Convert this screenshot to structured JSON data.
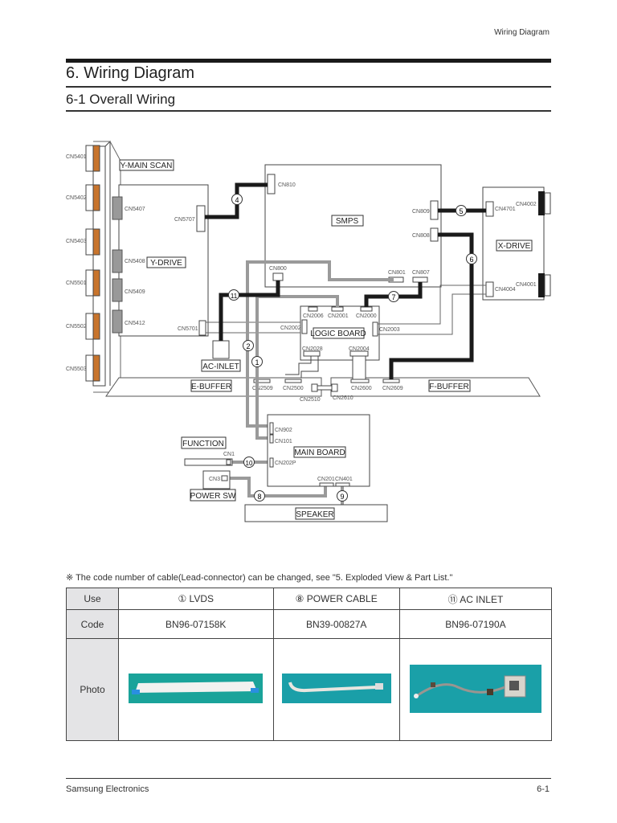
{
  "header": {
    "running_title": "Wiring Diagram",
    "section_title": "6. Wiring Diagram",
    "subsection_title": "6-1 Overall Wiring"
  },
  "diagram": {
    "boards": {
      "y_main_scan": "Y-MAIN SCAN",
      "y_drive": "Y-DRIVE",
      "smps": "SMPS",
      "x_drive": "X-DRIVE",
      "logic_board": "LOGIC BOARD",
      "ac_inlet": "AC-INLET",
      "e_buffer": "E-BUFFER",
      "f_buffer": "F-BUFFER",
      "function": "FUNCTION",
      "main_board": "MAIN BOARD",
      "power_sw": "POWER SW",
      "speaker": "SPEAKER"
    },
    "connectors": {
      "cn5401": "CN5401",
      "cn5402": "CN5402",
      "cn5403": "CN5403",
      "cn5501": "CN5501",
      "cn5502": "CN5502",
      "cn5503": "CN5503",
      "cn5407": "CN5407",
      "cn5408": "CN5408",
      "cn5409": "CN5409",
      "cn5412": "CN5412",
      "cn5707": "CN5707",
      "cn5701": "CN5701",
      "cn810": "CN810",
      "cn809": "CN809",
      "cn808": "CN808",
      "cn800": "CN800",
      "cn801": "CN801",
      "cn807": "CN807",
      "cn4701": "CN4701",
      "cn4002": "CN4002",
      "cn4001": "CN4001",
      "cn4004": "CN4004",
      "cn2006": "CN2006",
      "cn2001": "CN2001",
      "cn2000": "CN2000",
      "cn2002": "CN2002",
      "cn2003": "CN2003",
      "cn2028": "CN2028",
      "cn2004": "CN2004",
      "cn2509": "CN2509",
      "cn2500": "CN2500",
      "cn2510": "CN2510",
      "cn2610": "CN2610",
      "cn2600": "CN2600",
      "cn2609": "CN2609",
      "cn902": "CN902",
      "cn101": "CN101",
      "cn202p": "CN202P",
      "cn201": "CN201",
      "cn401": "CN401",
      "cn1": "CN1",
      "cn3": "CN3"
    },
    "cable_numbers": [
      "1",
      "2",
      "4",
      "5",
      "6",
      "7",
      "8",
      "9",
      "10",
      "11"
    ],
    "colors": {
      "scan_connector": "#c8742c",
      "buffer_connector": "#999999",
      "power_cable": "#1a1a1a",
      "signal_cable": "#9a9a9a"
    }
  },
  "note": "※ The code number of cable(Lead-connector) can be changed, see \"5. Exploded View & Part List.\"",
  "table": {
    "row_headers": [
      "Use",
      "Code",
      "Photo"
    ],
    "columns": [
      {
        "use": "① LVDS",
        "code": "BN96-07158K",
        "photo": "lvds-cable-photo"
      },
      {
        "use": "⑧ POWER CABLE",
        "code": "BN39-00827A",
        "photo": "power-cable-photo"
      },
      {
        "use": "⑪ AC INLET",
        "code": "BN96-07190A",
        "photo": "ac-inlet-cable-photo"
      }
    ],
    "photo_bg": "#1aa3a8"
  },
  "footer": {
    "company": "Samsung Electronics",
    "page": "6-1"
  }
}
